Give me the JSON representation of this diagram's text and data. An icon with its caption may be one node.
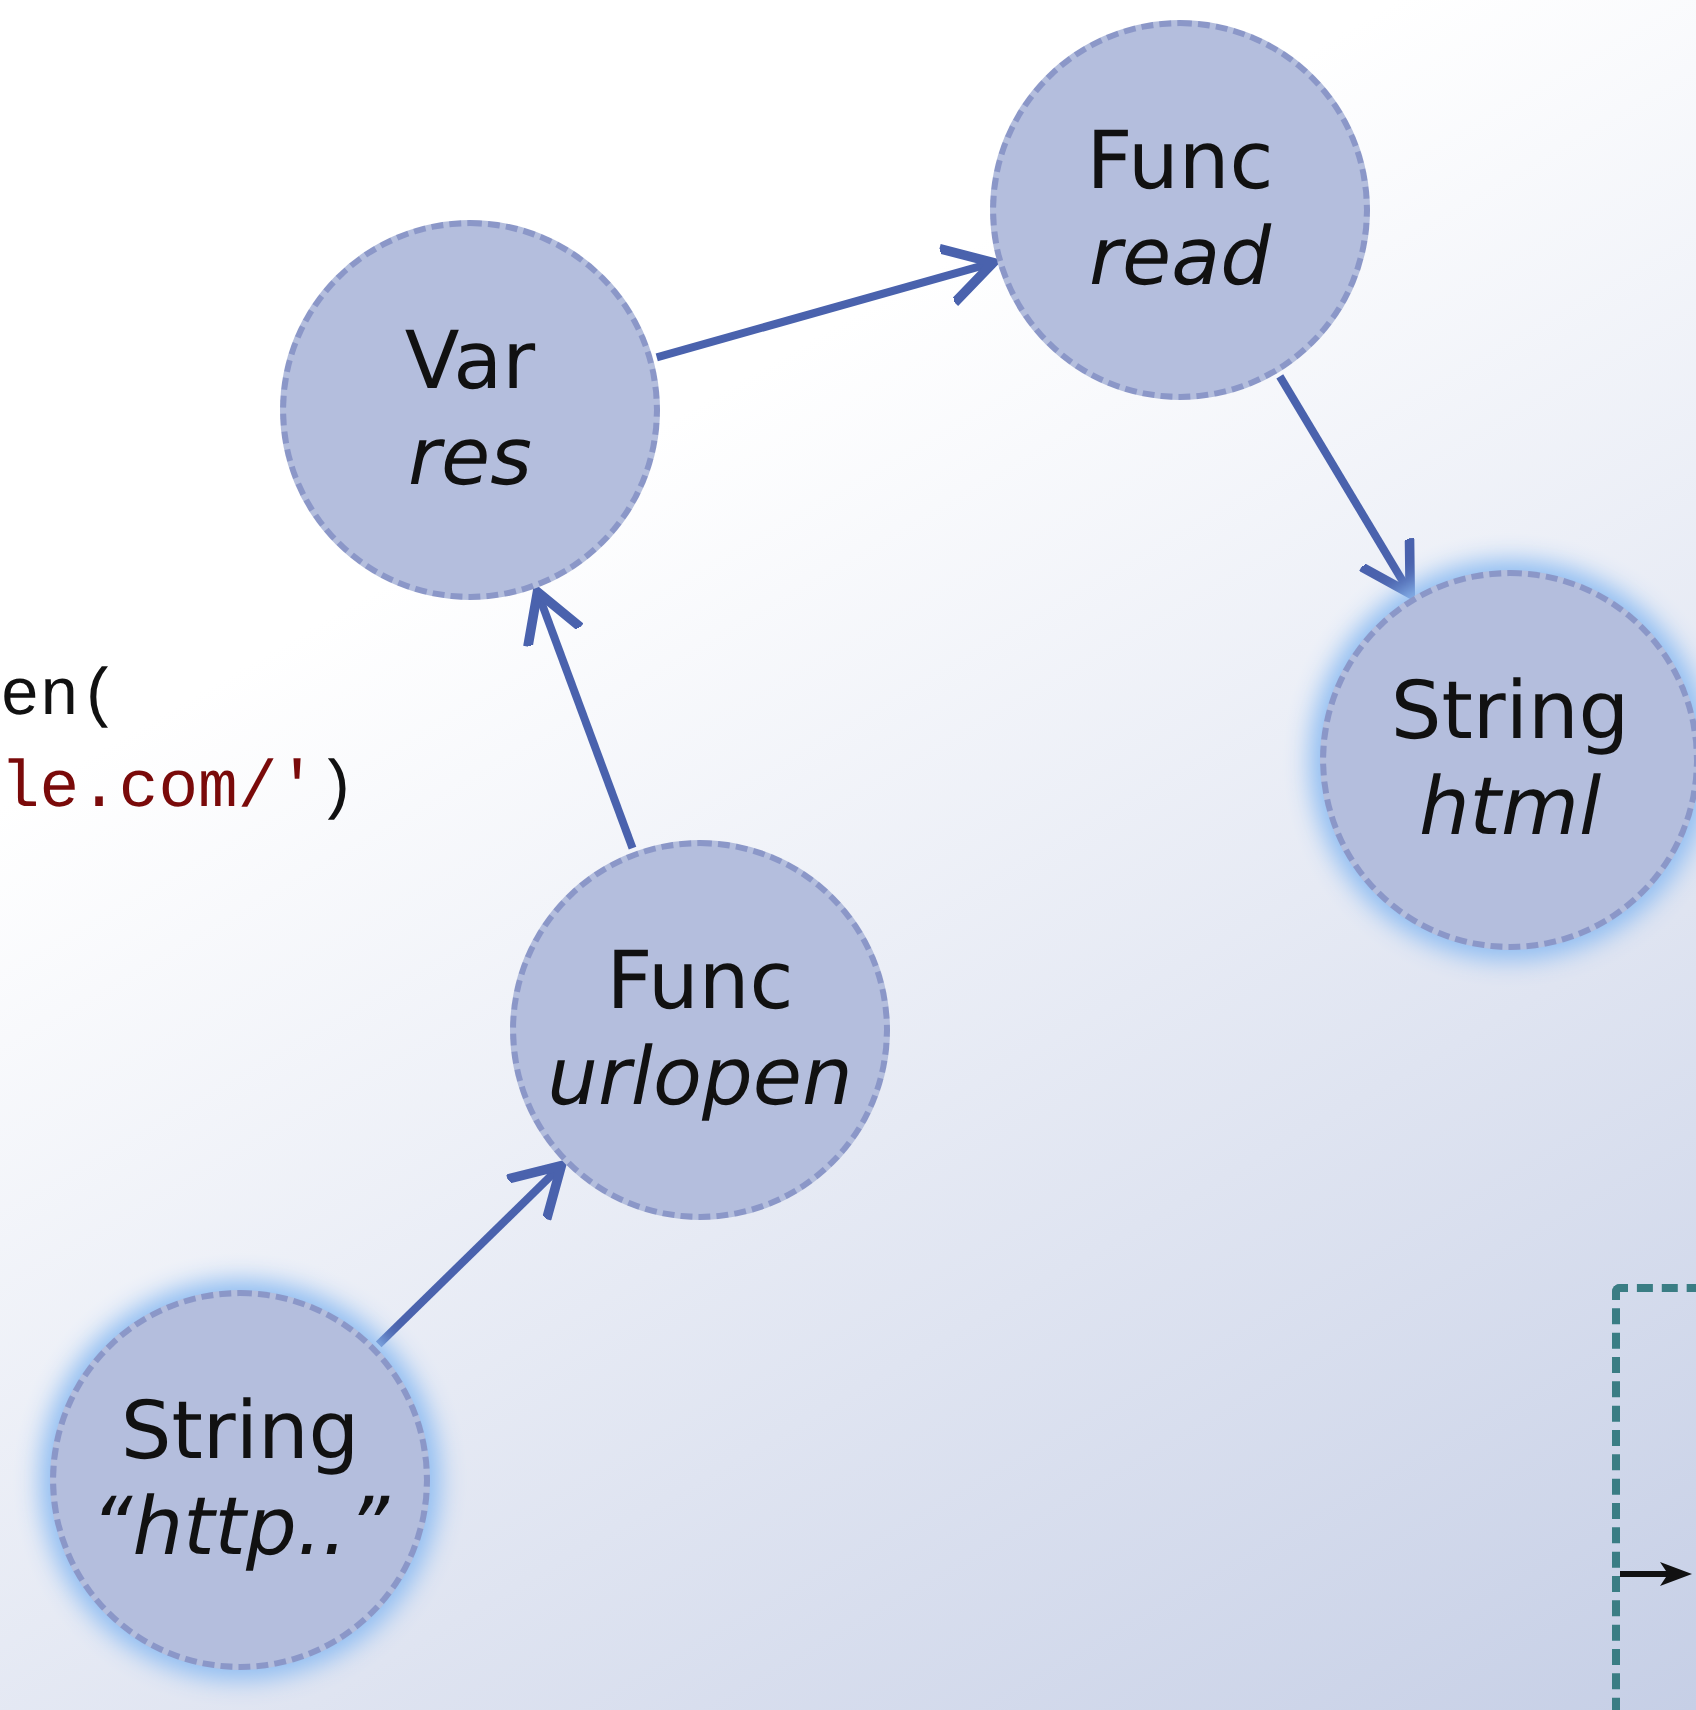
{
  "diagram": {
    "nodes": [
      {
        "text": [
          "Func",
          "read"
        ]
      },
      {
        "text": [
          "Var",
          "res"
        ]
      },
      {
        "text": [
          "String",
          "html"
        ]
      },
      {
        "text": [
          "Func",
          "urlopen"
        ]
      },
      {
        "text": [
          "String",
          "“http..”"
        ]
      },
      {
        "text": [],
        "shape": "box"
      }
    ],
    "edges": [
      {
        "from": 4,
        "to": 3,
        "arrow": "to"
      },
      {
        "from": 3,
        "to": 1,
        "arrow": "to"
      },
      {
        "from": 1,
        "to": 0,
        "arrow": "to"
      },
      {
        "from": 0,
        "to": 2,
        "arrow": "to"
      }
    ],
    "labels": [
      "en(",
      "le.com/')"
    ]
  }
}
